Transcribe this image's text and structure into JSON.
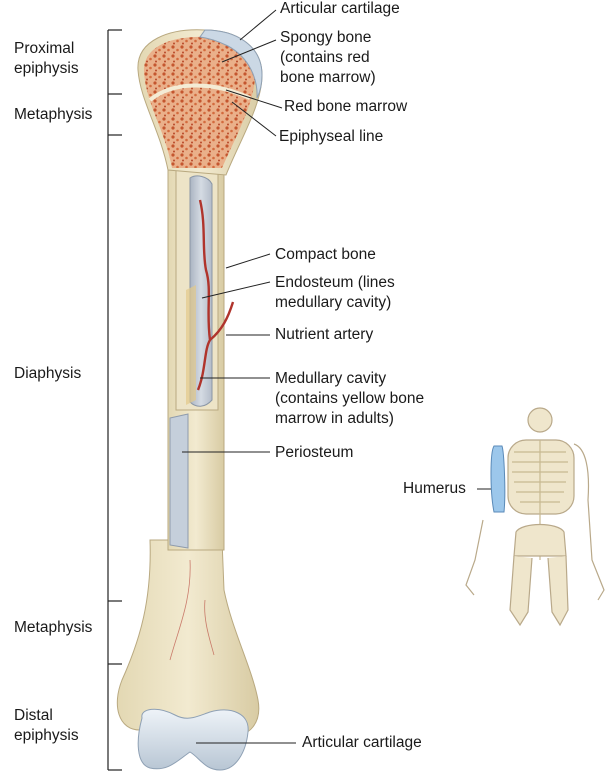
{
  "regions": {
    "proximal_epiphysis": "Proximal\nepiphysis",
    "metaphysis_top": "Metaphysis",
    "diaphysis": "Diaphysis",
    "metaphysis_bottom": "Metaphysis",
    "distal_epiphysis": "Distal\nepiphysis"
  },
  "labels": {
    "articular_cartilage_top": "Articular cartilage",
    "spongy_bone": "Spongy  bone\n(contains red\nbone marrow)",
    "red_bone_marrow": "Red bone marrow",
    "epiphyseal_line": "Epiphyseal line",
    "compact_bone": "Compact bone",
    "endosteum": "Endosteum (lines\nmedullary cavity)",
    "nutrient_artery": "Nutrient artery",
    "medullary_cavity": "Medullary cavity\n(contains yellow bone\nmarrow in adults)",
    "periosteum": "Periosteum",
    "articular_cartilage_bottom": "Articular cartilage",
    "humerus": "Humerus"
  },
  "colors": {
    "bone": "#ebe2c4",
    "bone_shadow": "#d4c79f",
    "spongy": "#e8a77a",
    "marrow_dots": "#c0552f",
    "cavity": "#c7ced8",
    "periosteum": "#c9d3df",
    "cartilage": "#d9e3ec",
    "artery": "#b0342c"
  }
}
